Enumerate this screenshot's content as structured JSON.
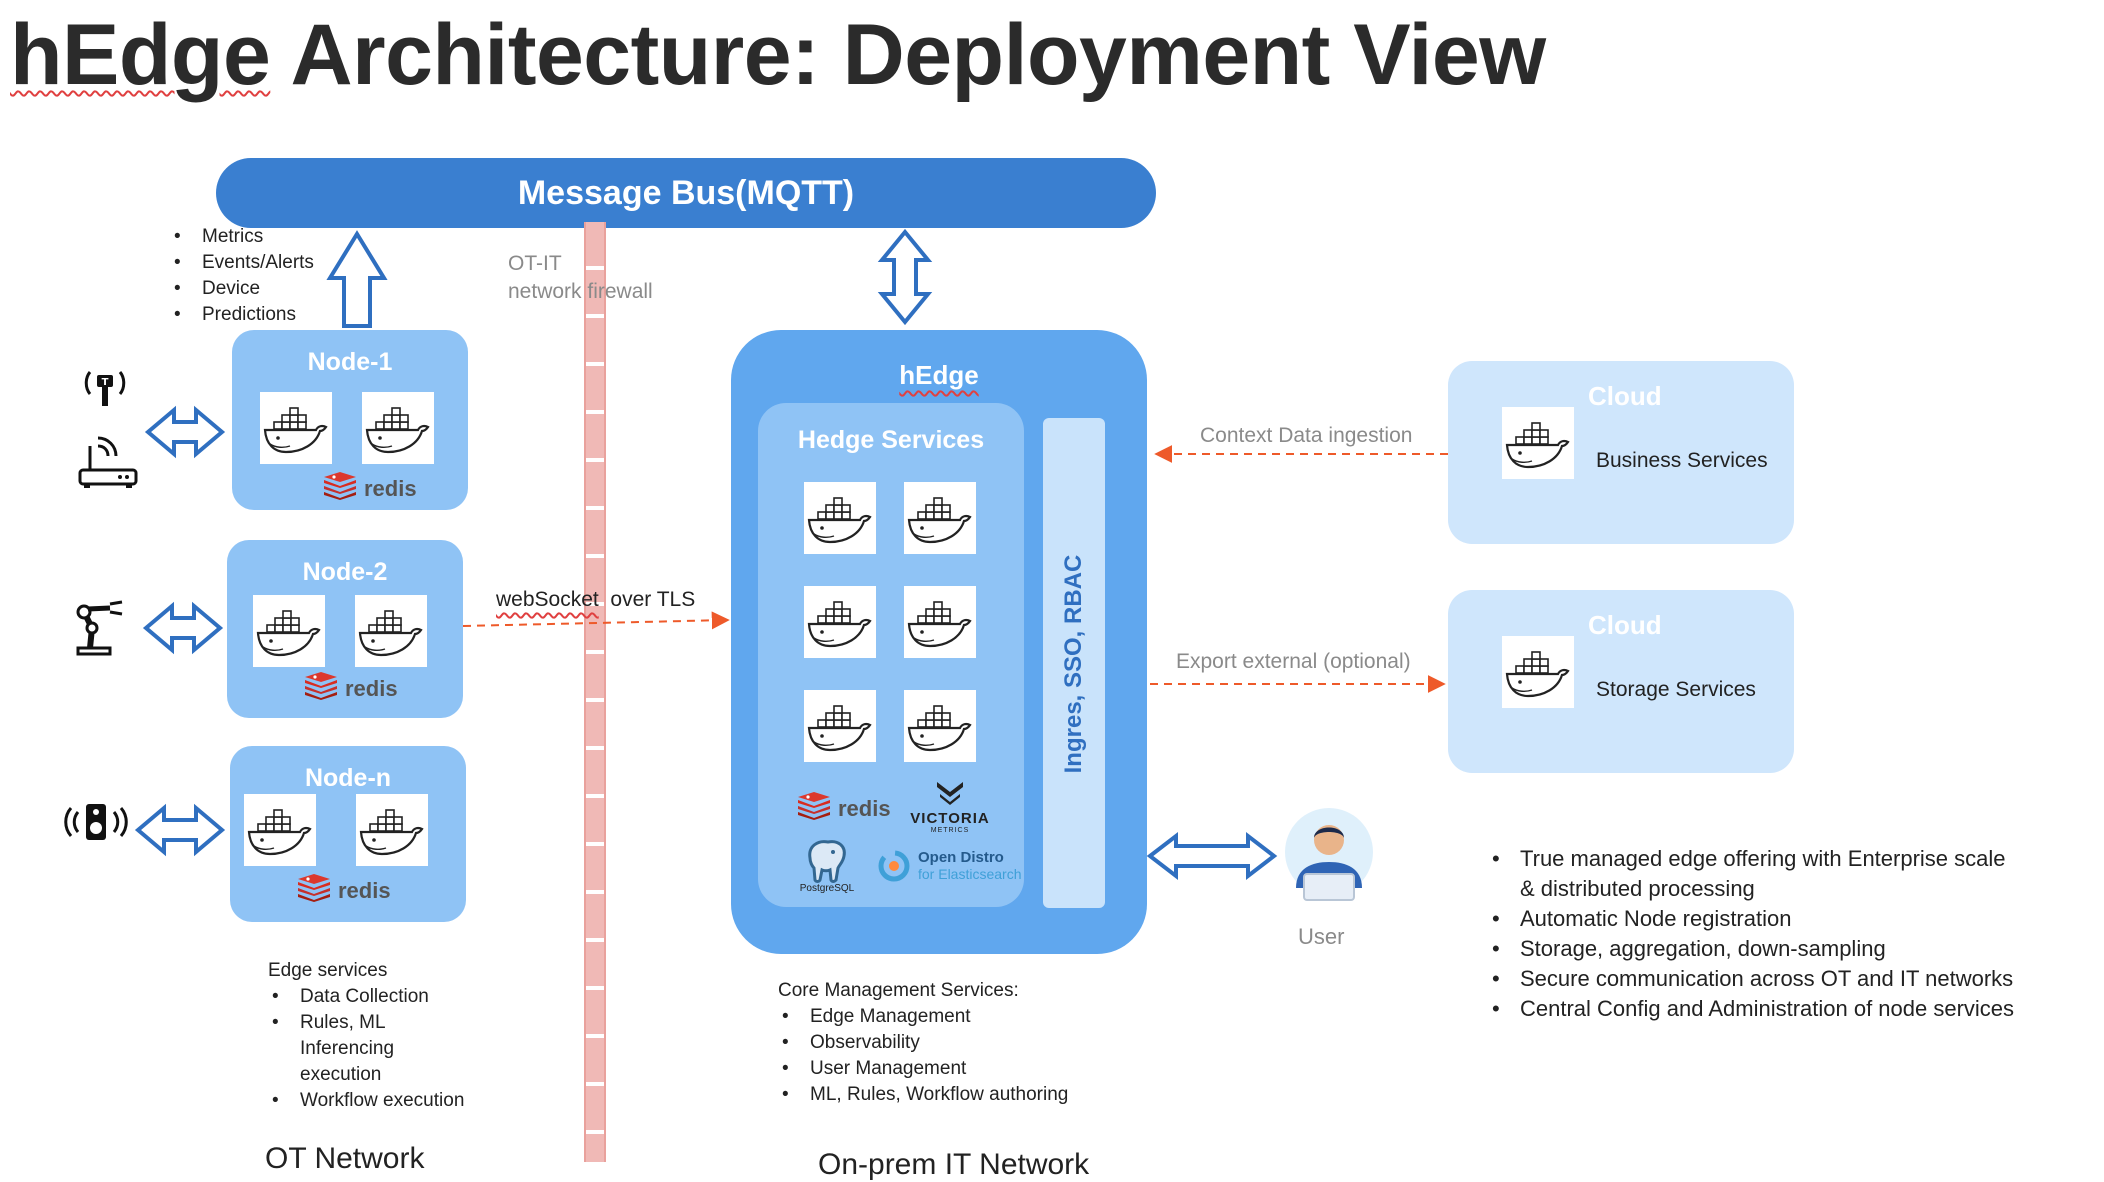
{
  "title": {
    "prefix": "hEdge",
    "rest": " Architecture: Deployment View"
  },
  "message_bus": {
    "label": "Message Bus(MQTT)"
  },
  "message_bullets": [
    "Metrics",
    "Events/Alerts",
    "Device",
    "Predictions"
  ],
  "firewall": {
    "line1": "OT-IT",
    "line2": "network firewall"
  },
  "nodes": [
    {
      "title": "Node-1",
      "redis": "redis"
    },
    {
      "title": "Node-2",
      "redis": "redis"
    },
    {
      "title": "Node-n",
      "redis": "redis"
    }
  ],
  "websocket": {
    "prefix": "webSocket",
    "suffix": "  over TLS"
  },
  "hedge": {
    "title": "hEdge",
    "services_title": "Hedge Services",
    "ingress": "Ingres, SSO, RBAC"
  },
  "logos": {
    "redis": "redis",
    "victoria": "VICTORIA",
    "victoria_sub": "METRICS",
    "postgres": "PostgreSQL",
    "opendistro1": "Open Distro",
    "opendistro2": "for Elasticsearch"
  },
  "clouds": [
    {
      "title": "Cloud",
      "service": "Business Services"
    },
    {
      "title": "Cloud",
      "service": "Storage Services"
    }
  ],
  "arrows": {
    "context": "Context Data ingestion",
    "export": "Export external (optional)"
  },
  "user": {
    "label": "User"
  },
  "right_bullets": [
    "True managed edge offering with Enterprise scale",
    "&  distributed processing",
    "Automatic Node registration",
    "Storage, aggregation, down-sampling",
    "Secure communication across OT and IT networks",
    "Central Config and Administration of node services"
  ],
  "edge_services": {
    "heading": "Edge  services",
    "items": [
      "Data Collection",
      "Rules, ML",
      "Inferencing",
      "execution",
      "Workflow execution"
    ]
  },
  "core_services": {
    "heading": "Core Management Services:",
    "items": [
      "Edge Management",
      "Observability",
      "User Management",
      "ML, Rules, Workflow authoring"
    ]
  },
  "networks": {
    "ot": "OT Network",
    "it": "On-prem IT Network"
  },
  "colors": {
    "bus": "#3a7fd0",
    "node": "#8fc3f5",
    "hedge": "#60a7ee",
    "cloud": "#cfe6fc",
    "arrow_blue": "#2f6fc0",
    "dashed_red": "#ee5a2a"
  },
  "icons": [
    "radio-tower-icon",
    "router-icon",
    "robot-arm-icon",
    "speaker-icon",
    "docker-icon",
    "redis-icon",
    "user-icon"
  ]
}
